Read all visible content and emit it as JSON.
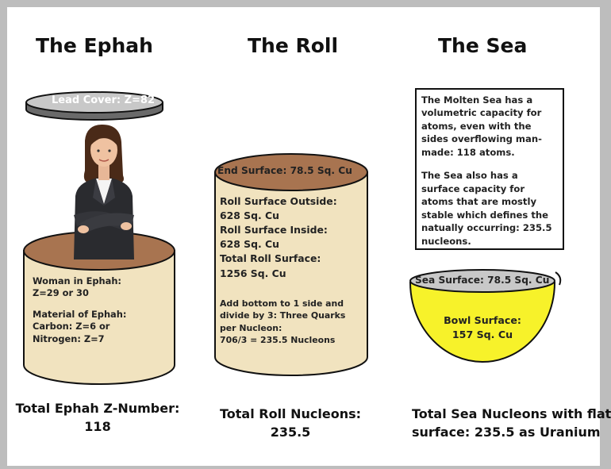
{
  "titles": {
    "ephah": "The Ephah",
    "roll": "The Roll",
    "sea": "The Sea"
  },
  "ephah": {
    "lid_label": "Lead Cover: Z=82",
    "woman_lines": [
      "Woman in Ephah:",
      "Z=29 or 30"
    ],
    "material_lines": [
      "Material of Ephah:",
      "Carbon: Z=6 or",
      "Nitrogen: Z=7"
    ],
    "total_lines": [
      "Total Ephah Z-Number:",
      "118"
    ]
  },
  "roll": {
    "end_label": "End Surface: 78.5 Sq. Cu",
    "lines": [
      "Roll Surface Outside:",
      "628 Sq. Cu",
      "Roll Surface Inside:",
      "628 Sq. Cu",
      "Total Roll Surface:",
      "1256 Sq. Cu"
    ],
    "note_lines": [
      "Add bottom to 1 side and",
      "divide by 3: Three Quarks",
      "per Nucleon:",
      "706/3 = 235.5 Nucleons"
    ],
    "total_lines": [
      "Total Roll Nucleons:",
      "235.5"
    ]
  },
  "sea": {
    "info_paragraphs": [
      "The Molten Sea has a volumetric capacity for atoms, even with the sides overflowing man-made: 118 atoms.",
      "The Sea also has a surface capacity for atoms that are mostly stable which defines the natually occurring: 235.5 nucleons."
    ],
    "surface_label": "Sea Surface: 78.5 Sq. Cu",
    "bowl_lines": [
      "Bowl Surface:",
      "157 Sq. Cu"
    ],
    "total_lines": [
      "Total Sea Nucleons with flat",
      "surface: 235.5 as Uranium"
    ]
  },
  "colors": {
    "beige": "#f1e3bf",
    "brown_top": "#a87450",
    "yellow": "#f7f22a",
    "grey_lid": "#c8c8c8",
    "blazer": "#2a2b2f"
  }
}
